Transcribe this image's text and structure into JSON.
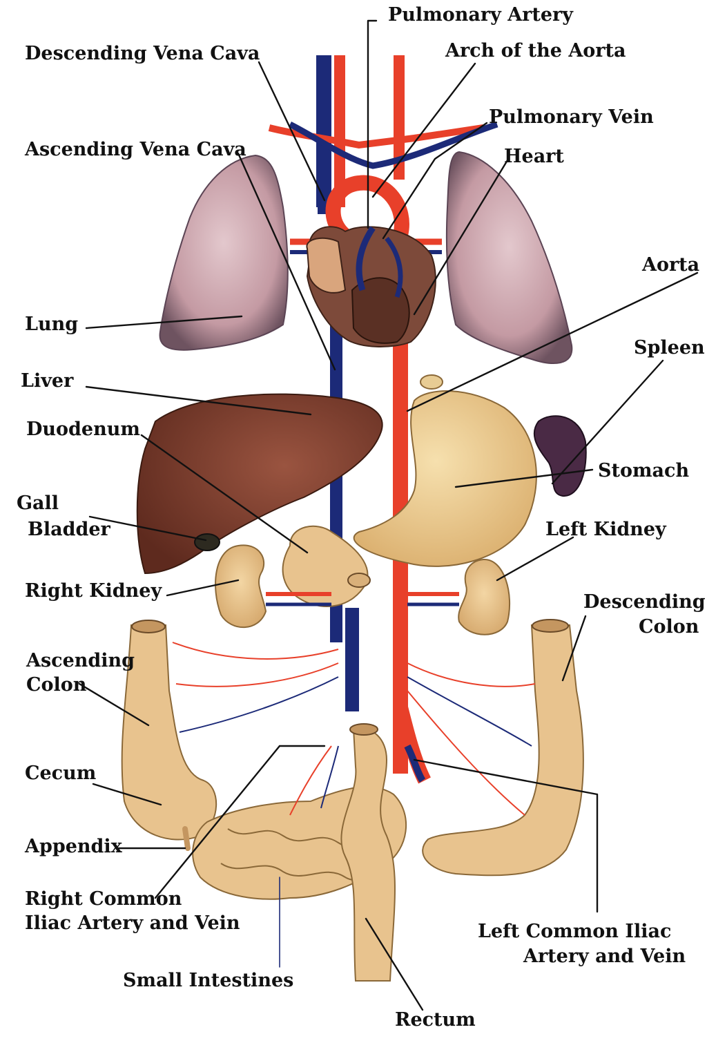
{
  "labels": {
    "pulmonary_artery": "Pulmonary Artery",
    "descending_vena_cava": "Descending Vena Cava",
    "arch_of_the_aorta": "Arch of the Aorta",
    "pulmonary_vein": "Pulmonary Vein",
    "ascending_vena_cava": "Ascending Vena Cava",
    "heart": "Heart",
    "aorta": "Aorta",
    "lung": "Lung",
    "spleen": "Spleen",
    "liver": "Liver",
    "duodenum": "Duodenum",
    "stomach": "Stomach",
    "gall": "Gall",
    "bladder": "Bladder",
    "left_kidney": "Left Kidney",
    "right_kidney": "Right Kidney",
    "descending": "Descending",
    "colon_right": "Colon",
    "ascending": "Ascending",
    "colon_left": "Colon",
    "cecum": "Cecum",
    "appendix": "Appendix",
    "right_common_1": "Right Common",
    "right_common_2": "Iliac Artery and Vein",
    "left_common_1": "Left Common Iliac",
    "left_common_2": "Artery and Vein",
    "small_intestines": "Small Intestines",
    "rectum": "Rectum"
  },
  "colors": {
    "artery": "#e8402a",
    "vein": "#1c2a78",
    "lung": "#c9a3ac",
    "liver": "#7a3a2a",
    "intestine": "#e8c38e",
    "stomach": "#efd197",
    "spleen": "#4a2a45",
    "heart": "#7d4a3a"
  }
}
